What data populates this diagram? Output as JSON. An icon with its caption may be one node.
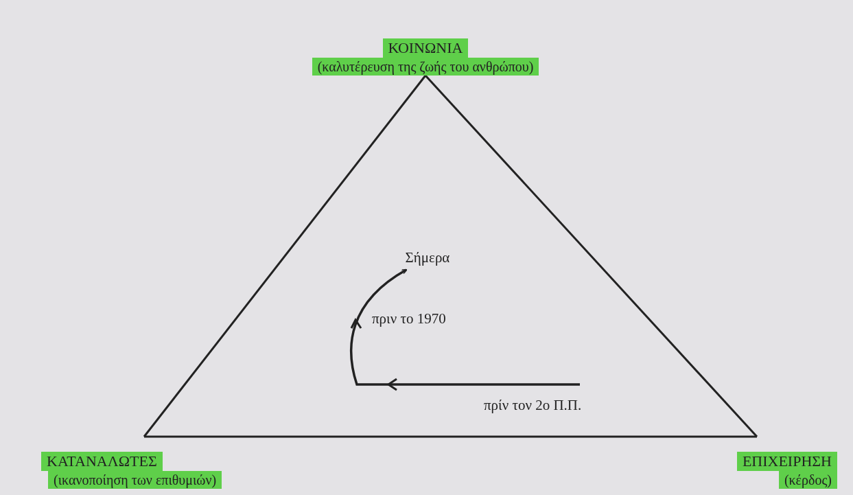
{
  "diagram": {
    "nodes": [
      {
        "text": [
          "ΚΟΙΝΩΝΙΑ",
          "(καλυτέρευση της ζωής του ανθρώπου)"
        ]
      },
      {
        "text": [
          "ΚΑΤΑΝΑΛΩΤΕΣ",
          "(ικανοποίηση των επιθυμιών)"
        ]
      },
      {
        "text": [
          "ΕΠΙΧΕΙΡΗΣΗ",
          "(κέρδος)"
        ]
      },
      {
        "text": [
          "Σήμερα"
        ]
      }
    ],
    "edges": [
      {
        "from": 0,
        "to": 1,
        "arrow": "none"
      },
      {
        "from": 1,
        "to": 2,
        "arrow": "none"
      },
      {
        "from": 2,
        "to": 0,
        "arrow": "none"
      },
      {
        "from": null,
        "to": 3,
        "arrow": "to"
      }
    ],
    "labels": [
      "πριν το 1970",
      "πρίν τον 2ο Π.Π."
    ]
  }
}
